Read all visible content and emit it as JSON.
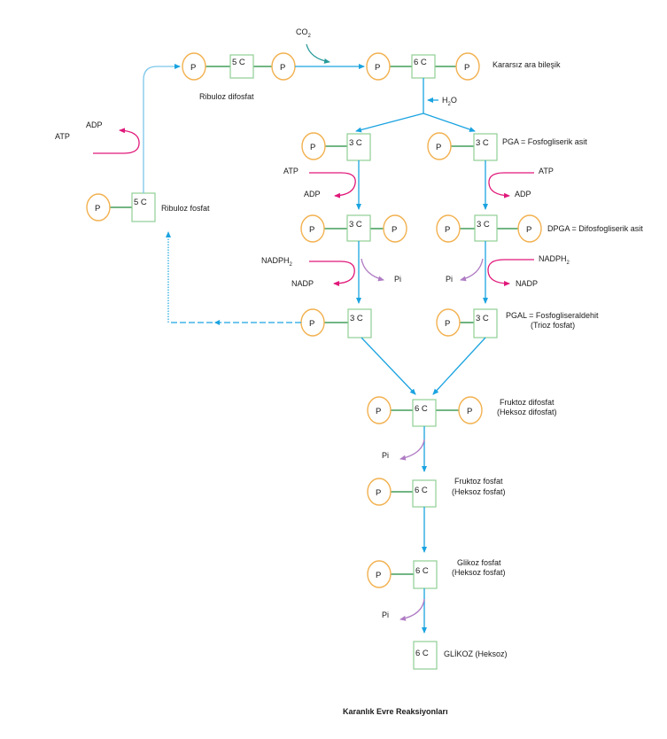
{
  "title": "Karanlık Evre Reaksiyonları",
  "phosphate_label": "P",
  "colors": {
    "phosphate_circle": "#f2b150",
    "carbon_box": "#8fcf94",
    "bond": "#1e8a3a",
    "main_flow": "#1aa3e0",
    "atp_nadph": "#e0187a",
    "pi_release": "#b07cc4",
    "co2": "#2a9a9a"
  },
  "nodes": {
    "ribuloz_difosfat": {
      "carbon": "5 C",
      "label": "Ribuloz difosfat"
    },
    "kararsiz": {
      "carbon": "6 C",
      "label": "Kararsız ara bileşik"
    },
    "pga_left": {
      "carbon": "3 C"
    },
    "pga_right": {
      "carbon": "3 C",
      "label": "PGA = Fosfogliserik asit"
    },
    "dpga_left": {
      "carbon": "3 C"
    },
    "dpga_right": {
      "carbon": "3 C",
      "label": "DPGA = Difosfogliserik asit"
    },
    "pgal_left": {
      "carbon": "3 C"
    },
    "pgal_right": {
      "carbon": "3 C",
      "label": "PGAL = Fosfogliseraldehit",
      "sublabel": "(Trioz fosfat)"
    },
    "ribuloz_fosfat": {
      "carbon": "5 C",
      "label": "Ribuloz fosfat"
    },
    "fruktoz_difosfat": {
      "carbon": "6 C",
      "label": "Fruktoz difosfat",
      "sublabel": "(Heksoz difosfat)"
    },
    "fruktoz_fosfat": {
      "carbon": "6 C",
      "label": "Fruktoz fosfat",
      "sublabel": "(Heksoz fosfat)"
    },
    "glikoz_fosfat": {
      "carbon": "6 C",
      "label": "Glikoz fosfat",
      "sublabel": "(Heksoz fosfat)"
    },
    "glikoz": {
      "carbon": "6 C",
      "label": "GLİKOZ (Heksoz)"
    }
  },
  "inputs": {
    "co2": "CO",
    "co2_sub": "2",
    "h2o_h": "H",
    "h2o_sub": "2",
    "h2o_o": "O",
    "atp": "ATP",
    "adp": "ADP",
    "nadph": "NADPH",
    "nadph_sub": "2",
    "nadp": "NADP",
    "pi": "Pi"
  }
}
